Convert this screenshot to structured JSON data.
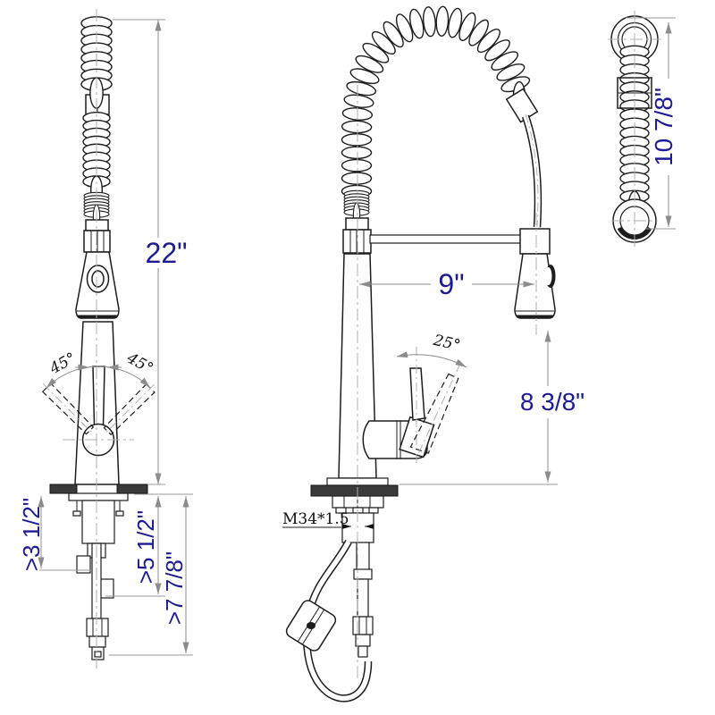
{
  "drawing": {
    "subject": "pull-down kitchen faucet dimension drawing",
    "labels": {
      "side": {
        "height": "22\"",
        "angle_left": "45°",
        "angle_right": "45°",
        "clear1": ">3 1/2\"",
        "clear2": ">5 1/2\"",
        "clear3": ">7 7/8\""
      },
      "front": {
        "reach": "9\"",
        "angle": "25°",
        "head_height": "8 3/8\"",
        "thread": "M34*1.5"
      },
      "spray": {
        "length": "10 7/8\""
      }
    },
    "colors": {
      "dimension_text": "#1b1b96",
      "outline": "#1d1d1d",
      "dimension_line": "#8c8c8c",
      "centerline": "#b0b0b0",
      "countertop_fill": "#3a3a3a",
      "background": "#ffffff"
    }
  }
}
